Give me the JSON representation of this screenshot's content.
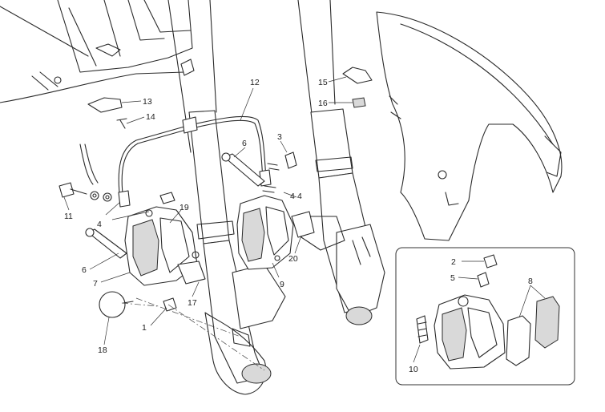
{
  "callouts": [
    "1",
    "2",
    "3",
    "4",
    "4",
    "4",
    "5",
    "6",
    "6",
    "7",
    "8",
    "9",
    "10",
    "11",
    "12",
    "13",
    "14",
    "15",
    "16",
    "17",
    "18",
    "19",
    "20"
  ],
  "colors": {
    "line": "#2a2a2a",
    "shade": "#d9d9d9",
    "background": "#ffffff"
  }
}
